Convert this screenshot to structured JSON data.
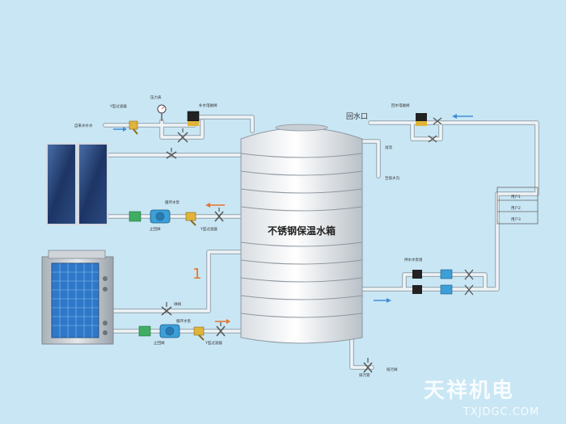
{
  "tank": {
    "label": "不锈钢保温水箱"
  },
  "top_left": {
    "y_filter": "Y型过滤器",
    "pressure_gauge": "压力表",
    "solenoid_valve": "补水电磁阀",
    "municipal_water": "自来水补水"
  },
  "solar": {
    "circulation_pump": "循环水泵",
    "check_valve": "止回阀",
    "y_filter": "Y型过滤器"
  },
  "heat_pump": {
    "number": "1",
    "ball_valve": "球阀",
    "circulation_pump": "循环水泵",
    "check_valve": "止回阀",
    "y_filter": "Y型过滤器"
  },
  "return": {
    "return_port": "回水口",
    "return_solenoid": "回水电磁阀",
    "overflow": "溢流",
    "to_drain": "至排水沟"
  },
  "supply": {
    "pump_group": "供水水泵组",
    "users": [
      "用户1",
      "用户2",
      "用户3"
    ]
  },
  "drain": {
    "drain_pipe": "排污管",
    "drain_valve": "排污阀"
  },
  "watermark": {
    "cn": "天祥机电",
    "url": "TXJDGC.COM"
  },
  "colors": {
    "background": "#c9e6f4",
    "pipe": "#e6eef3",
    "arrow": "#3f8fd6",
    "arrow_orange": "#e8742a"
  }
}
